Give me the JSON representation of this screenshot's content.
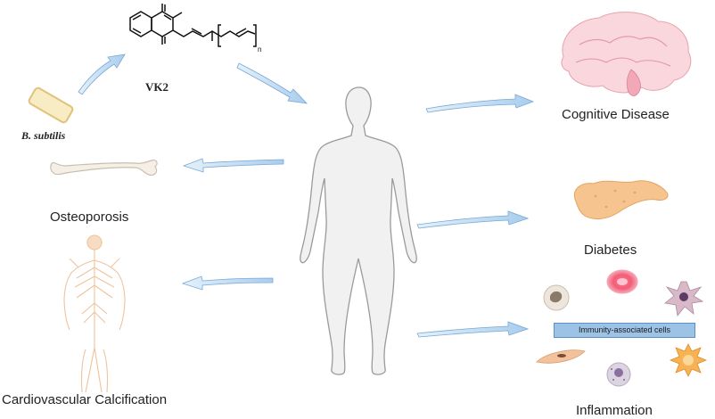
{
  "labels": {
    "vk2": "VK2",
    "b_subtilis": "B. subtilis",
    "n_subscript": "n",
    "osteoporosis": "Osteoporosis",
    "cardiovascular": "Cardiovascular Calcification",
    "cognitive": "Cognitive Disease",
    "diabetes": "Diabetes",
    "inflammation": "Inflammation",
    "immunity_cells": "Immunity-associated cells"
  },
  "colors": {
    "arrow_fill": "#b9d8f1",
    "arrow_stroke": "#6f9fc9",
    "body_fill": "#f1f1f1",
    "body_stroke": "#9a9a9a",
    "brain": "#f4c6cc",
    "pancreas": "#f2c28c",
    "bacterium": "#f6e6b5",
    "nerve": "#f3c9a0"
  }
}
